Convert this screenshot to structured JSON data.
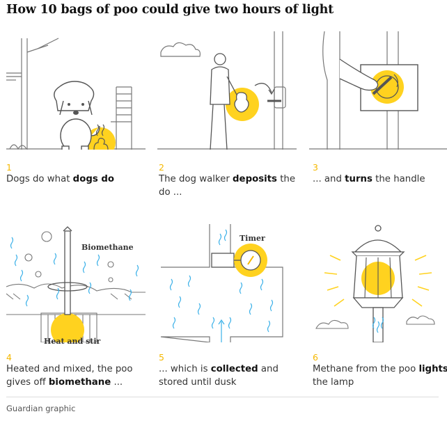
{
  "title": "How 10 bags of poo could give two hours of light",
  "colors": {
    "accent": "#ffd21f",
    "line": "#777777",
    "water": "#3ab0e8",
    "number": "#f5b800"
  },
  "steps": [
    {
      "num": "1",
      "pre": "Dogs do what ",
      "bold": "dogs do",
      "post": ""
    },
    {
      "num": "2",
      "pre": "The dog walker ",
      "bold": "deposits",
      "post": " the do ..."
    },
    {
      "num": "3",
      "pre": "... and ",
      "bold": "turns",
      "post": " the handle"
    },
    {
      "num": "4",
      "pre": "Heated and mixed, the poo gives off ",
      "bold": "biomethane",
      "post": " ..."
    },
    {
      "num": "5",
      "pre": "... which is ",
      "bold": "collected",
      "post": " and stored until dusk"
    },
    {
      "num": "6",
      "pre": "Methane from the poo ",
      "bold": "lights",
      "post": " the lamp"
    }
  ],
  "labels": {
    "biomethane": "Biomethane",
    "heat_and_stir": "Heat and stir",
    "timer": "Timer"
  },
  "credit": "Guardian graphic"
}
